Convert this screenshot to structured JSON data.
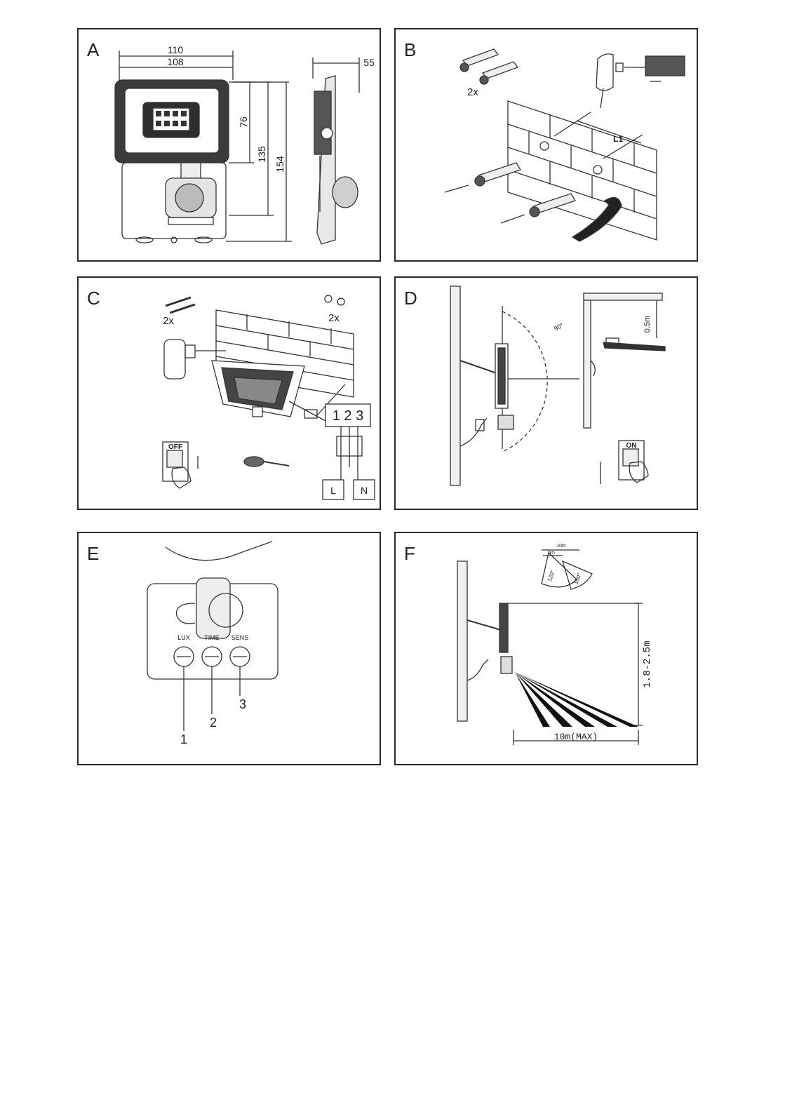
{
  "panels": {
    "a": {
      "label": "A",
      "dims": {
        "width_outer": "110",
        "width_inner": "108",
        "depth": "55",
        "h_head": "76",
        "h_mid": "135",
        "h_total": "154"
      }
    },
    "b": {
      "label": "B",
      "qty": "2x",
      "distance_label": "L1"
    },
    "c": {
      "label": "C",
      "qty_screws": "2x",
      "qty_caps": "2x",
      "switch_label": "OFF",
      "terminals": "1 2 3",
      "term_l": "L",
      "term_n": "N"
    },
    "d": {
      "label": "D",
      "angle_label": "90°",
      "clearance": "0.5m",
      "switch_label": "ON"
    },
    "e": {
      "label": "E",
      "knobs": [
        "LUX",
        "TIME",
        "SENS"
      ],
      "callouts": [
        "1",
        "2",
        "3"
      ]
    },
    "f": {
      "label": "F",
      "top_range": "10m",
      "inner_range": "5m",
      "angle_a": "120°",
      "angle_b": "100°",
      "height": "1.8-2.5m",
      "reach": "10m(MAX)"
    }
  }
}
